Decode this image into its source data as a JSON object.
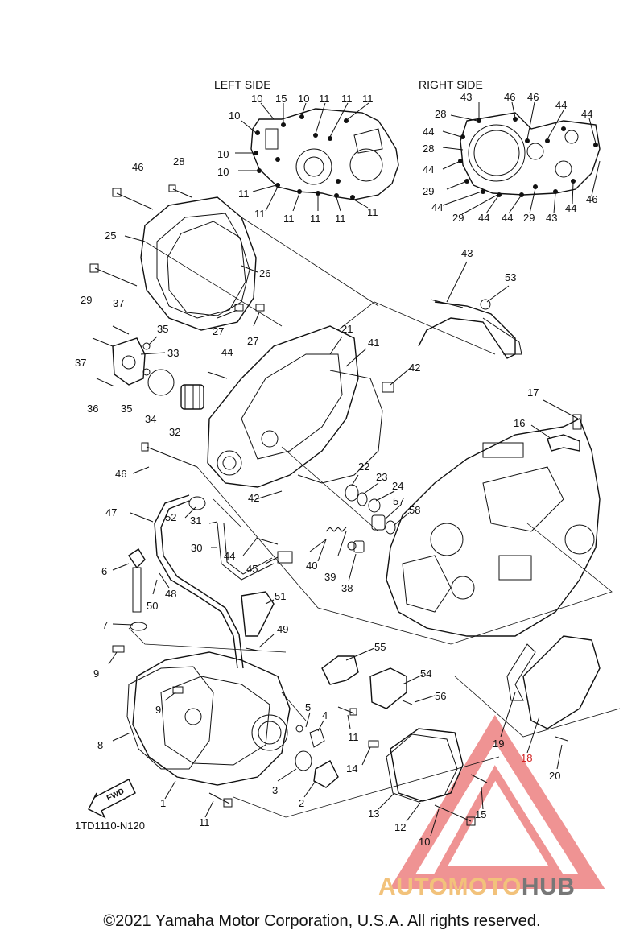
{
  "sections": {
    "left_side": "LEFT SIDE",
    "right_side": "RIGHT SIDE"
  },
  "left_side_labels": [
    "10",
    "15",
    "10",
    "11",
    "11",
    "11",
    "10",
    "10",
    "10",
    "11",
    "11",
    "11",
    "11",
    "11",
    "11"
  ],
  "right_side_labels": [
    "43",
    "46",
    "46",
    "44",
    "44",
    "28",
    "44",
    "28",
    "44",
    "29",
    "44",
    "29",
    "44",
    "44",
    "29",
    "43",
    "44",
    "46"
  ],
  "part_labels": [
    "46",
    "28",
    "25",
    "26",
    "29",
    "37",
    "35",
    "33",
    "37",
    "36",
    "35",
    "34",
    "32",
    "27",
    "27",
    "44",
    "21",
    "41",
    "42",
    "43",
    "53",
    "17",
    "16",
    "46",
    "47",
    "52",
    "31",
    "22",
    "23",
    "24",
    "57",
    "58",
    "42",
    "30",
    "44",
    "45",
    "40",
    "39",
    "38",
    "6",
    "48",
    "50",
    "51",
    "49",
    "7",
    "9",
    "9",
    "5",
    "4",
    "8",
    "3",
    "2",
    "1",
    "11",
    "55",
    "54",
    "56",
    "11",
    "14",
    "13",
    "12",
    "10",
    "15",
    "19",
    "18",
    "20"
  ],
  "diagram_code": "1TD1110-N120",
  "fwd_label": "FWD",
  "watermark": {
    "part1": "AUTOMOTO",
    "part2": "HUB",
    "accent_color": "#e23b3b",
    "text_color_1": "#f2c27b",
    "text_color_2": "#777777"
  },
  "copyright": "©2021 Yamaha Motor Corporation, U.S.A. All rights reserved."
}
